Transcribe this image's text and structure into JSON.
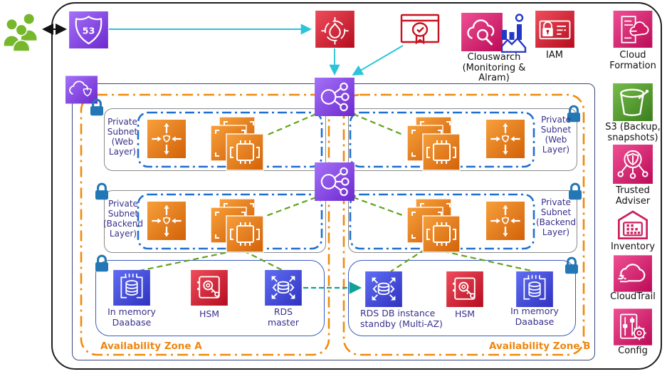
{
  "colors": {
    "aws_purple": "#8c4fff",
    "aws_red": "#dd344c",
    "aws_pink": "#e7157b",
    "aws_orange": "#ed7100",
    "aws_green": "#3f8624",
    "aws_blue": "#4453dd",
    "az_border": "#ef8a0d",
    "subnet_border": "#1f6fd0",
    "vpc_border": "#3a4880",
    "connector_green": "#63a31d",
    "connector_cyan": "#2bc4d9",
    "connector_teal": "#0ea296",
    "label_indigo": "#38308c"
  },
  "icons": {
    "external": [
      "users-icon",
      "route53-icon",
      "waf-icon",
      "certificate-manager-icon"
    ],
    "top": [
      "cloudwatch-icon",
      "monitoring-chart-icon",
      "iam-icon",
      "cloudformation-icon"
    ],
    "right": [
      "s3-bucket-icon",
      "trusted-adviser-icon",
      "inventory-icon",
      "cloudtrail-icon",
      "config-icon"
    ],
    "vpc": [
      "vpc-icon",
      "load-balancer-icon",
      "subnet-lock-icon",
      "network-acl-icon",
      "ec2-instances-icon",
      "elasticache-icon",
      "hsm-icon",
      "rds-icon"
    ]
  },
  "monitoring": {
    "cloudwatch_label": "Clouswarch (Monitoring & Alram)",
    "iam_label": "IAM",
    "cloudformation_label": "Cloud Formation"
  },
  "right_column": {
    "items": [
      {
        "label": "S3 (Backup, snapshots)"
      },
      {
        "label": "Trusted Adviser"
      },
      {
        "label": "Inventory"
      },
      {
        "label": "CloudTrail"
      },
      {
        "label": "Config"
      }
    ]
  },
  "vpc": {
    "zones": [
      {
        "name": "Availability Zone A",
        "web_subnet": {
          "label": "Private Subnet (Web Layer)"
        },
        "backend_subnet": {
          "label": "Private Subnet (Backend Layer)"
        },
        "database": {
          "items": [
            {
              "label": "In memory Daabase"
            },
            {
              "label": "HSM"
            },
            {
              "label": "RDS master"
            }
          ]
        }
      },
      {
        "name": "Availability Zone B",
        "web_subnet": {
          "label": "Private Subnet (Web Layer)"
        },
        "backend_subnet": {
          "label": "Private Subnet (Backend Layer)"
        },
        "database": {
          "items": [
            {
              "label": "RDS DB instance standby (Multi-AZ)"
            },
            {
              "label": "HSM"
            },
            {
              "label": "In memory Daabase"
            }
          ]
        }
      }
    ]
  }
}
